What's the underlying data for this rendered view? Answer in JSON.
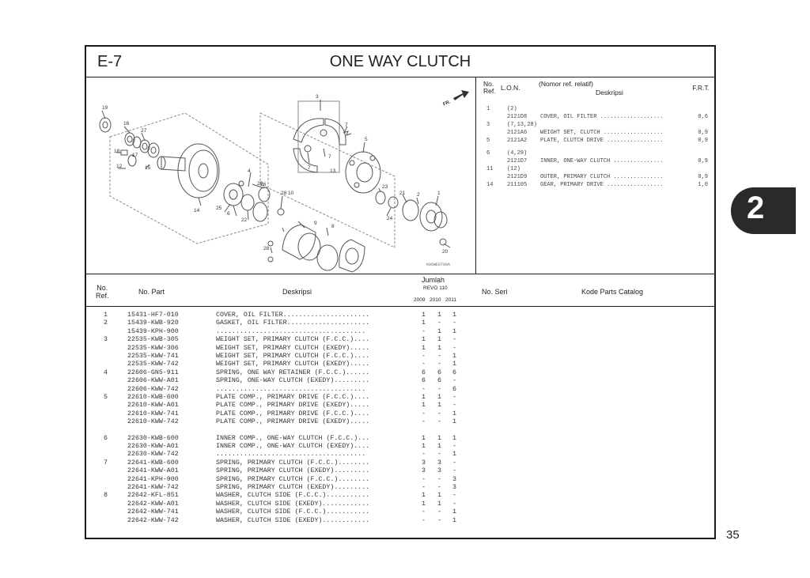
{
  "header": {
    "section_code": "E-7",
    "title": "ONE WAY CLUTCH"
  },
  "diagram": {
    "callouts": [
      {
        "label": "19"
      },
      {
        "label": "16"
      },
      {
        "label": "27"
      },
      {
        "label": "18"
      },
      {
        "label": "17"
      },
      {
        "label": "12"
      },
      {
        "label": "15"
      },
      {
        "label": "14"
      },
      {
        "label": "25"
      },
      {
        "label": "6"
      },
      {
        "label": "22"
      },
      {
        "label": "26"
      },
      {
        "label": "4"
      },
      {
        "label": "29"
      },
      {
        "label": "28"
      },
      {
        "label": "10"
      },
      {
        "label": "28"
      },
      {
        "label": "3"
      },
      {
        "label": "7"
      },
      {
        "label": "7"
      },
      {
        "label": "7"
      },
      {
        "label": "13"
      },
      {
        "label": "5"
      },
      {
        "label": "23"
      },
      {
        "label": "21"
      },
      {
        "label": "2"
      },
      {
        "label": "24"
      },
      {
        "label": "1"
      },
      {
        "label": "9"
      },
      {
        "label": "8"
      },
      {
        "label": "20"
      }
    ],
    "front_label": "FR.",
    "code": "K06WE0700A"
  },
  "lon": {
    "header": {
      "no": "No.",
      "ref": "Ref.",
      "lon": "L.O.N.",
      "relative": "(Nomor ref. relatif)",
      "desc": "Deskripsi",
      "frt": "F.R.T."
    },
    "rows": [
      {
        "ref": "1",
        "lon": "(2)",
        "desc": "",
        "frt": ""
      },
      {
        "ref": "",
        "lon": "2121D8",
        "desc": "COVER, OIL FILTER ...................",
        "frt": "0,6"
      },
      {
        "ref": "3",
        "lon": "(7,13,28)",
        "desc": "",
        "frt": ""
      },
      {
        "ref": "",
        "lon": "2121A6",
        "desc": "WEIGHT SET, CLUTCH ..................",
        "frt": "0,9"
      },
      {
        "ref": "5",
        "lon": "2121A2",
        "desc": "PLATE, CLUTCH DRIVE .................",
        "frt": "0,9"
      },
      {
        "ref": "6",
        "lon": "(4,29)",
        "desc": "",
        "frt": ""
      },
      {
        "ref": "",
        "lon": "2121D7",
        "desc": "INNER, ONE-WAY CLUTCH ...............",
        "frt": "0,9"
      },
      {
        "ref": "11",
        "lon": "(12)",
        "desc": "",
        "frt": ""
      },
      {
        "ref": "",
        "lon": "2121D9",
        "desc": "OUTER, PRIMARY CLUTCH ...............",
        "frt": "0,9"
      },
      {
        "ref": "14",
        "lon": "211105",
        "desc": "GEAR, PRIMARY DRIVE .................",
        "frt": "1,0"
      }
    ]
  },
  "parts_table": {
    "headers": {
      "no": "No.",
      "ref": "Ref.",
      "part": "No. Part",
      "desc": "Deskripsi",
      "jumlah": "Jumlah",
      "model": "REVO 110",
      "y1": "2009",
      "y2": "2010",
      "y3": "2011",
      "seri": "No. Seri",
      "catalog": "Kode Parts Catalog"
    },
    "rows": [
      {
        "ref": "1",
        "part": "15431-HF7-010",
        "desc": "COVER, OIL FILTER......................",
        "q": [
          "1",
          "1",
          "1"
        ]
      },
      {
        "ref": "2",
        "part": "15439-KWB-920",
        "desc": "GASKET, OIL FILTER.....................",
        "q": [
          "1",
          "-",
          "-"
        ]
      },
      {
        "ref": "",
        "part": "15439-KPH-900",
        "desc": "......................................",
        "q": [
          "-",
          "1",
          "1"
        ]
      },
      {
        "ref": "3",
        "part": "22535-KWB-305",
        "desc": "WEIGHT SET, PRIMARY CLUTCH (F.C.C.)....",
        "q": [
          "1",
          "1",
          "-"
        ]
      },
      {
        "ref": "",
        "part": "22535-KWW-306",
        "desc": "WEIGHT SET, PRIMARY CLUTCH (EXEDY).....",
        "q": [
          "1",
          "1",
          "-"
        ]
      },
      {
        "ref": "",
        "part": "22535-KWW-741",
        "desc": "WEIGHT SET, PRIMARY CLUTCH (F.C.C.)....",
        "q": [
          "-",
          "-",
          "1"
        ]
      },
      {
        "ref": "",
        "part": "22535-KWW-742",
        "desc": "WEIGHT SET, PRIMARY CLUTCH (EXEDY).....",
        "q": [
          "-",
          "-",
          "1"
        ]
      },
      {
        "ref": "4",
        "part": "22606-GN5-911",
        "desc": "SPRING, ONE WAY RETAINER (F.C.C.)......",
        "q": [
          "6",
          "6",
          "6"
        ]
      },
      {
        "ref": "",
        "part": "22606-KWW-A01",
        "desc": "SPRING, ONE-WAY CLUTCH (EXEDY).........",
        "q": [
          "6",
          "6",
          "-"
        ]
      },
      {
        "ref": "",
        "part": "22606-KWW-742",
        "desc": "......................................",
        "q": [
          "-",
          "-",
          "6"
        ]
      },
      {
        "ref": "5",
        "part": "22610-KWB-600",
        "desc": "PLATE COMP., PRIMARY DRIVE (F.C.C.)....",
        "q": [
          "1",
          "1",
          "-"
        ]
      },
      {
        "ref": "",
        "part": "22610-KWW-A01",
        "desc": "PLATE COMP., PRIMARY DRIVE (EXEDY).....",
        "q": [
          "1",
          "1",
          "-"
        ]
      },
      {
        "ref": "",
        "part": "22610-KWW-741",
        "desc": "PLATE COMP., PRIMARY DRIVE (F.C.C.)....",
        "q": [
          "-",
          "-",
          "1"
        ]
      },
      {
        "ref": "",
        "part": "22610-KWW-742",
        "desc": "PLATE COMP., PRIMARY DRIVE (EXEDY).....",
        "q": [
          "-",
          "-",
          "1"
        ]
      },
      {
        "ref": "6",
        "part": "22630-KWB-600",
        "desc": "INNER COMP., ONE-WAY CLUTCH (F.C.C.)...",
        "q": [
          "1",
          "1",
          "1"
        ]
      },
      {
        "ref": "",
        "part": "22630-KWW-A01",
        "desc": "INNER COMP., ONE-WAY CLUTCH (EXEDY)....",
        "q": [
          "1",
          "1",
          "-"
        ]
      },
      {
        "ref": "",
        "part": "22630-KWW-742",
        "desc": "......................................",
        "q": [
          "-",
          "-",
          "1"
        ]
      },
      {
        "ref": "7",
        "part": "22641-KWB-600",
        "desc": "SPRING, PRIMARY CLUTCH (F.C.C.)........",
        "q": [
          "3",
          "3",
          "-"
        ]
      },
      {
        "ref": "",
        "part": "22641-KWW-A01",
        "desc": "SPRING, PRIMARY CLUTCH (EXEDY).........",
        "q": [
          "3",
          "3",
          "-"
        ]
      },
      {
        "ref": "",
        "part": "22641-KPH-900",
        "desc": "SPRING, PRIMARY CLUTCH (F.C.C.)........",
        "q": [
          "-",
          "-",
          "3"
        ]
      },
      {
        "ref": "",
        "part": "22641-KWW-742",
        "desc": "SPRING, PRIMARY CLUTCH (EXEDY).........",
        "q": [
          "-",
          "-",
          "3"
        ]
      },
      {
        "ref": "8",
        "part": "22642-KFL-851",
        "desc": "WASHER, CLUTCH SIDE (F.C.C.)...........",
        "q": [
          "1",
          "1",
          "-"
        ]
      },
      {
        "ref": "",
        "part": "22642-KWW-A01",
        "desc": "WASHER, CLUTCH SIDE (EXEDY)............",
        "q": [
          "1",
          "1",
          "-"
        ]
      },
      {
        "ref": "",
        "part": "22642-KWW-741",
        "desc": "WASHER, CLUTCH SIDE (F.C.C.)...........",
        "q": [
          "-",
          "-",
          "1"
        ]
      },
      {
        "ref": "",
        "part": "22642-KWW-742",
        "desc": "WASHER, CLUTCH SIDE (EXEDY)............",
        "q": [
          "-",
          "-",
          "1"
        ]
      }
    ]
  },
  "chapter_tab": "2",
  "page_number": "35"
}
